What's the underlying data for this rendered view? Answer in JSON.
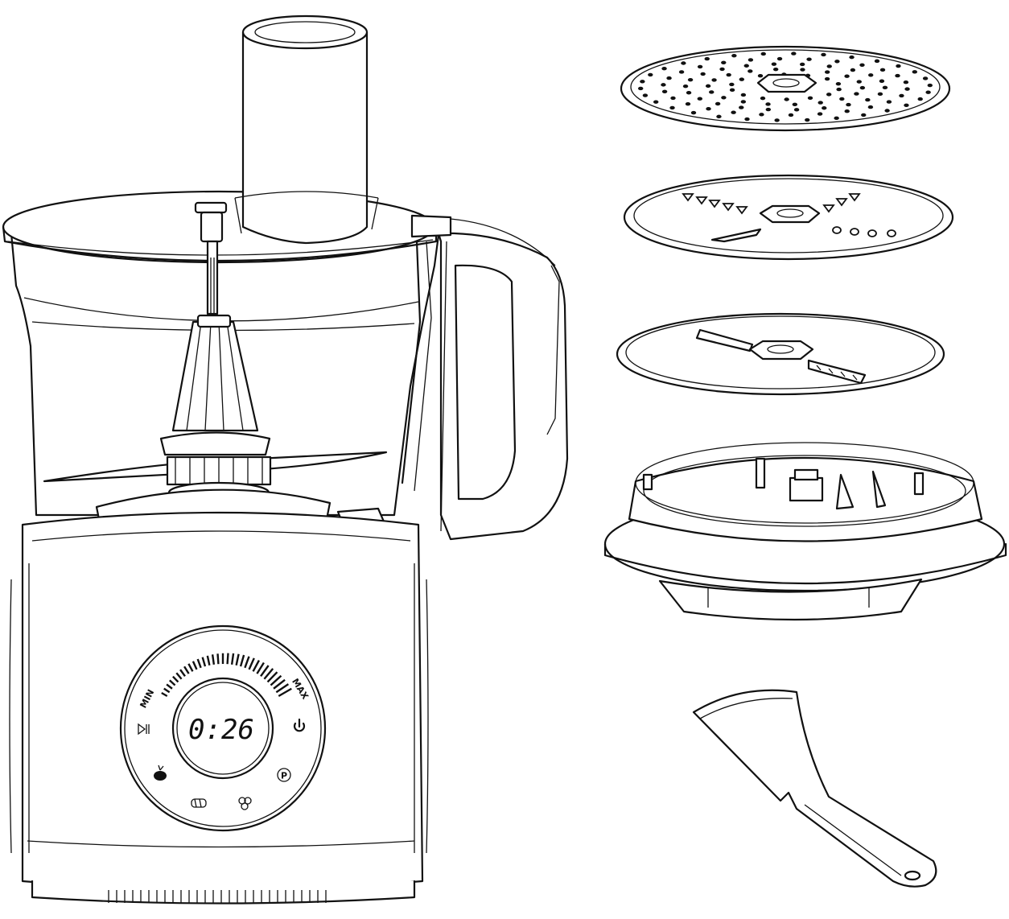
{
  "control_panel": {
    "min_label": "MIN",
    "max_label": "MAX",
    "display_time": "0:26",
    "play_pause_icon": "play-pause-icon",
    "power_icon": "power-icon",
    "pulse_label": "P",
    "icons": [
      "vegetable-icon",
      "dough-icon",
      "nuts-icon"
    ]
  },
  "accessories": [
    "grating-disc",
    "slicing-shredding-disc",
    "julienne-disc",
    "disc-holder",
    "spatula"
  ]
}
